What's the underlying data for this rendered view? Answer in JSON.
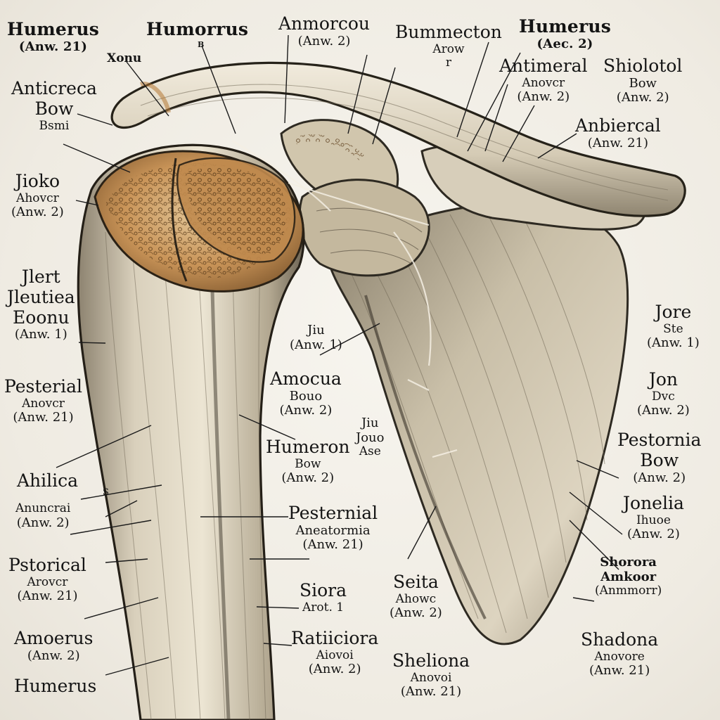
{
  "colors": {
    "background": "#f1eee6",
    "bone_light": "#e8e0cc",
    "bone_mid": "#b9ad94",
    "bone_dark": "#6f6656",
    "spongy_orange": "#b57834",
    "ink": "#141414"
  },
  "labels": {
    "humerus_top_left": {
      "title": "Humerus",
      "sub": "(Anw. 21)"
    },
    "humorrus_top": {
      "title": "Humorrus"
    },
    "xonu": {
      "title": "Xonu"
    },
    "b_mark": {
      "title": "B"
    },
    "anmorcou": {
      "title": "Anmorcou",
      "sub": "(Anw. 2)"
    },
    "bummecton": {
      "title": "Bummecton",
      "sub": "Arow",
      "sub2": "r"
    },
    "humerus_top_right": {
      "title": "Humerus",
      "sub": "(Aec. 2)"
    },
    "antimeral": {
      "title": "Antimeral",
      "sub": "Anovcr",
      "sub2": "(Anw. 2)"
    },
    "shiolotol": {
      "title": "Shiolotol",
      "sub": "Bow",
      "sub2": "(Anw. 2)"
    },
    "anticreca": {
      "title": "Anticreca",
      "sub": "Bow",
      "sub2": "Bsmi"
    },
    "anbiercal": {
      "title": "Anbiercal",
      "sub": "(Anw. 21)"
    },
    "jioko": {
      "title": "Jioko",
      "sub": "Ahovcr",
      "sub2": "(Anw. 2)"
    },
    "jlert": {
      "title": "Jlert",
      "sub": "Jleutiea",
      "sub2": "Eoonu",
      "sub3": "(Anw. 1)"
    },
    "jiu": {
      "title": "Jiu",
      "sub": "(Anw. 1)"
    },
    "jore": {
      "title": "Jore",
      "sub": "Ste",
      "sub2": "(Anw. 1)"
    },
    "amocua": {
      "title": "Amocua",
      "sub": "Bouo",
      "sub2": "(Anw. 2)"
    },
    "pesterial": {
      "title": "Pesterial",
      "sub": "Anovcr",
      "sub2": "(Anw. 21)"
    },
    "jon": {
      "title": "Jon",
      "sub": "Dvc",
      "sub2": "(Anw. 2)"
    },
    "jiu_jouo": {
      "title": "Jiu",
      "sub": "Jouo",
      "sub2": "Ase"
    },
    "humeron": {
      "title": "Humeron",
      "sub": "Bow",
      "sub2": "(Anw. 2)"
    },
    "pestornia": {
      "title": "Pestornia",
      "sub": "Bow",
      "sub2": "(Anw. 2)"
    },
    "ahilica": {
      "title": "Ahilica"
    },
    "s_mark": {
      "title": "S"
    },
    "anuncrai": {
      "title": "Anuncrai",
      "sub": "(Anw. 2)"
    },
    "jonelia": {
      "title": "Jonelia",
      "sub": "Ihuoe",
      "sub2": "(Anw. 2)"
    },
    "pesternial": {
      "title": "Pesternial",
      "sub": "Aneatormia",
      "sub2": "(Anw. 21)"
    },
    "pstorical": {
      "title": "Pstorical",
      "sub": "Arovcr",
      "sub2": "(Anw. 21)"
    },
    "shorora": {
      "title": "Shorora",
      "sub": "Amkoor",
      "sub2": "(Anmmorr)"
    },
    "siora": {
      "title": "Siora",
      "sub": "Arot. 1"
    },
    "seita": {
      "title": "Seita",
      "sub": "Ahowc",
      "sub2": "(Anw. 2)"
    },
    "amoerus": {
      "title": "Amoerus",
      "sub": "(Anw. 2)"
    },
    "ratiiciora": {
      "title": "Ratiiciora",
      "sub": "Aiovoi",
      "sub2": "(Anw. 2)"
    },
    "sheliona": {
      "title": "Sheliona",
      "sub": "Anovoi",
      "sub2": "(Anw. 21)"
    },
    "shadona": {
      "title": "Shadona",
      "sub": "Anovore",
      "sub2": "(Anw. 21)"
    },
    "humerus_bottom": {
      "title": "Humerus"
    }
  }
}
